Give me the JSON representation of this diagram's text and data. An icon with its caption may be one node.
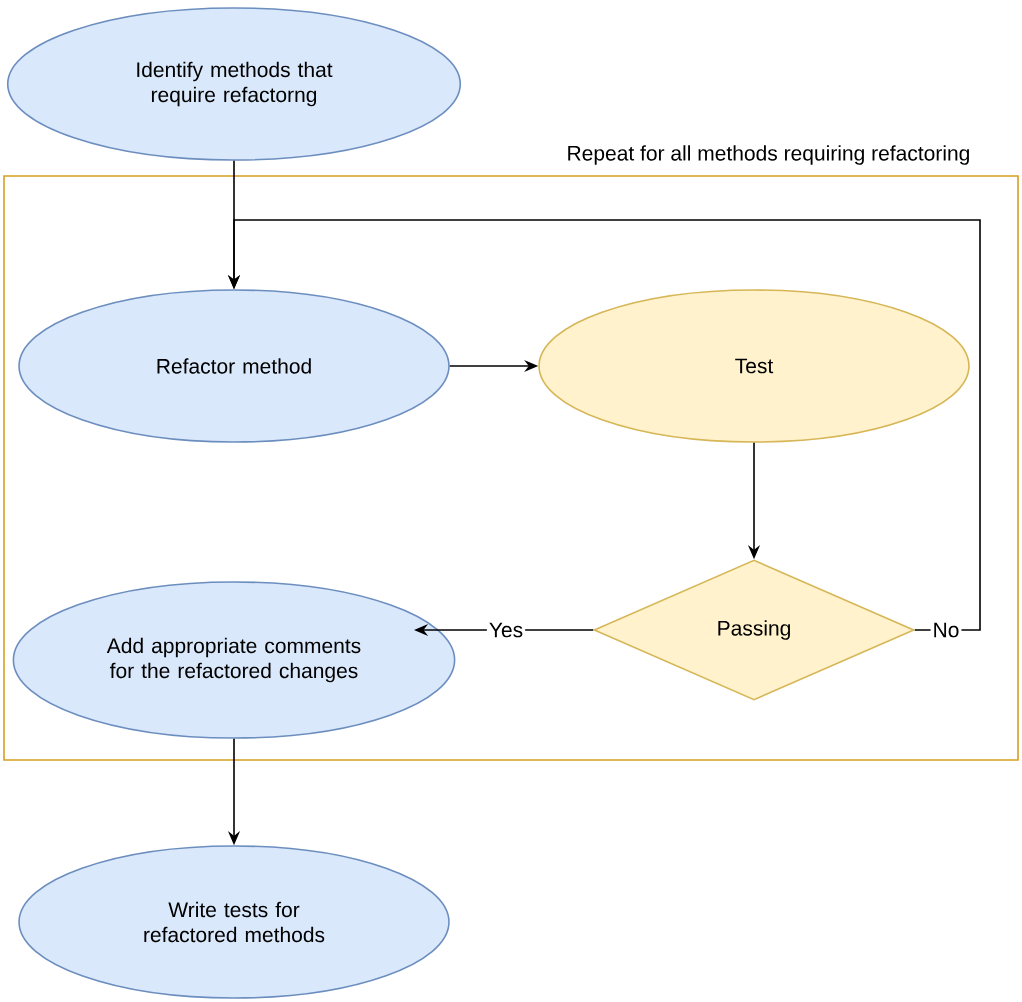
{
  "diagram": {
    "nodes": [
      {
        "text": [
          "Identify methods that require refactorng"
        ]
      },
      {
        "text": [
          "Repeat for all methods requiring refactoring"
        ]
      },
      {
        "text": [
          "Refactor method"
        ],
        "in": 1
      },
      {
        "text": [
          "Test"
        ],
        "in": 1
      },
      {
        "text": [
          "Passing"
        ],
        "in": 1
      },
      {
        "text": [
          "Add appropriate comments for the refactored changes"
        ],
        "in": 1
      },
      {
        "text": [
          "Write tests for refactored methods"
        ]
      }
    ],
    "edges": [
      {
        "from": 0,
        "to": 2,
        "arrow": "to"
      },
      {
        "from": 2,
        "to": 3,
        "arrow": "to"
      },
      {
        "from": 3,
        "to": 4,
        "arrow": "to"
      },
      {
        "from": 4,
        "to": 5,
        "arrow": "to",
        "label": "Yes"
      },
      {
        "from": 4,
        "to": 2,
        "arrow": "to",
        "label": "No"
      },
      {
        "from": 5,
        "to": 6,
        "arrow": "to"
      }
    ]
  }
}
